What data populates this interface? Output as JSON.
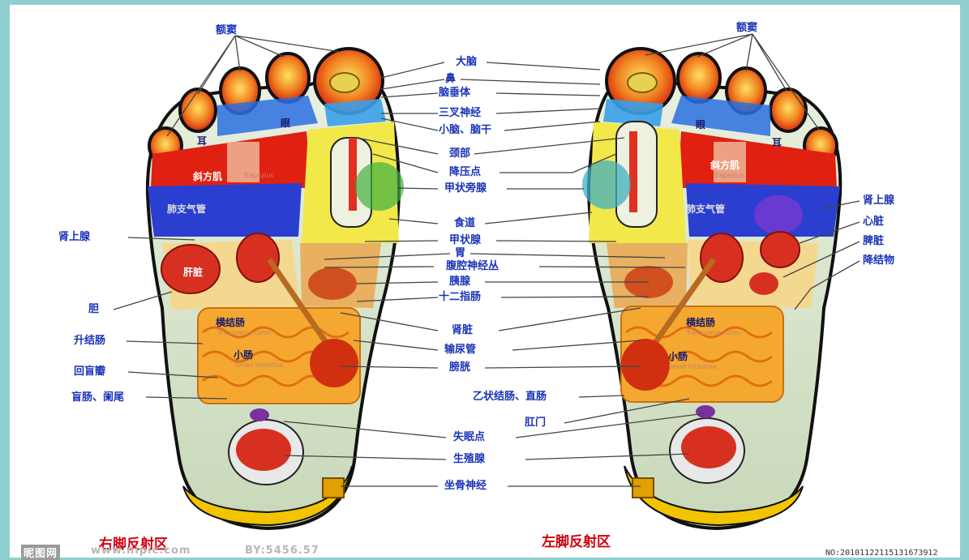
{
  "titles": {
    "right_foot": "右脚反射区",
    "left_foot": "左脚反射区"
  },
  "center_labels": [
    "大脑",
    "鼻",
    "脑垂体",
    "三叉神经",
    "小脑、脑干",
    "颈部",
    "降压点",
    "甲状旁腺",
    "食道",
    "甲状腺",
    "胃",
    "腹腔神经丛",
    "胰腺",
    "十二指肠",
    "肾脏",
    "输尿管",
    "膀胱",
    "乙状结肠、直肠",
    "肛门",
    "失眠点",
    "生殖腺",
    "坐骨神经"
  ],
  "right_side_labels": {
    "sinus": "额窦",
    "adrenal": "肾上腺",
    "heart": "心脏",
    "spleen": "脾脏",
    "nodule": "降结物"
  },
  "left_side_labels": {
    "sinus": "额窦",
    "adrenal": "肾上腺",
    "gallbladder": "胆",
    "ascending_colon": "升结肠",
    "ileocecal": "回盲瓣",
    "cecum": "盲肠、阑尾"
  },
  "in_foot": {
    "eye": "眼",
    "ear": "耳",
    "trapezius": "斜方肌",
    "bronchus": "肺支气管",
    "liver": "肝脏",
    "transverse_colon": "横结肠",
    "small_intestine": "小肠",
    "trapezius_en": "Trapezius",
    "transverse_en": "Transverse colon",
    "small_en": "Small Intestine"
  },
  "watermark": {
    "site": "昵图网",
    "url": "www.nipic.com",
    "by": "BY:5456.57",
    "no": "NO:20101122115131673912"
  },
  "colors": {
    "background": "#8fcfcf",
    "label": "#1a33b8",
    "title": "#d00010",
    "foot_outline": "#111111",
    "heel_band": "#f2c400",
    "organ_red": "#e02010",
    "intestine": "#f4a830",
    "arch_yellow": "#f2e84a",
    "lung_blue": "#2a3fd0"
  }
}
